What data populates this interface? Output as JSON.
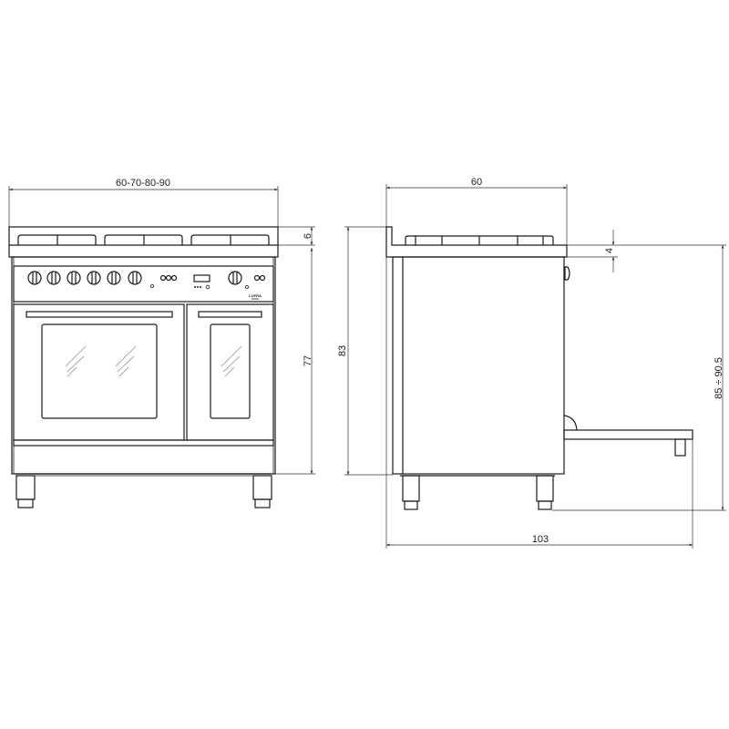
{
  "front_view": {
    "width_dimension": "60-70-80-90",
    "top_dimension": "6",
    "height_dimension": "77",
    "brand_logo": "LOFRA"
  },
  "side_view": {
    "depth_dimension": "60",
    "total_height_dimension": "83",
    "top_thickness_dimension": "4",
    "adjustable_height_dimension": "85 ÷ 90.5",
    "open_door_depth_dimension": "103"
  }
}
